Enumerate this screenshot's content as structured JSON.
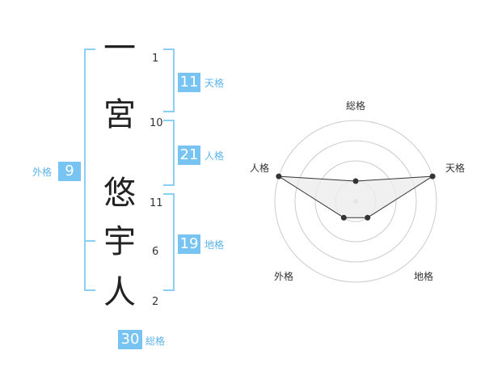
{
  "name": {
    "characters": [
      {
        "char": "一",
        "strokes": "1"
      },
      {
        "char": "宮",
        "strokes": "10"
      },
      {
        "char": "悠",
        "strokes": "11"
      },
      {
        "char": "宇",
        "strokes": "6"
      },
      {
        "char": "人",
        "strokes": "2"
      }
    ]
  },
  "fortune": {
    "tenkaku": {
      "value": "11",
      "label": "天格"
    },
    "jinkaku": {
      "value": "21",
      "label": "人格"
    },
    "chikaku": {
      "value": "19",
      "label": "地格"
    },
    "gaikaku": {
      "value": "9",
      "label": "外格"
    },
    "soukaku": {
      "value": "30",
      "label": "総格"
    }
  },
  "chart_data": {
    "type": "radar",
    "axes": [
      "総格",
      "天格",
      "地格",
      "外格",
      "人格"
    ],
    "values": [
      1,
      4,
      1,
      1,
      4
    ],
    "rmax": 4,
    "rings": 4,
    "colors": {
      "fill": "#ececec",
      "line": "#333333",
      "grid": "#cccccc",
      "point": "#333333"
    }
  },
  "colors": {
    "accent": "#77c4f2",
    "bracket": "#8ccff5",
    "label": "#5bb3ea"
  }
}
